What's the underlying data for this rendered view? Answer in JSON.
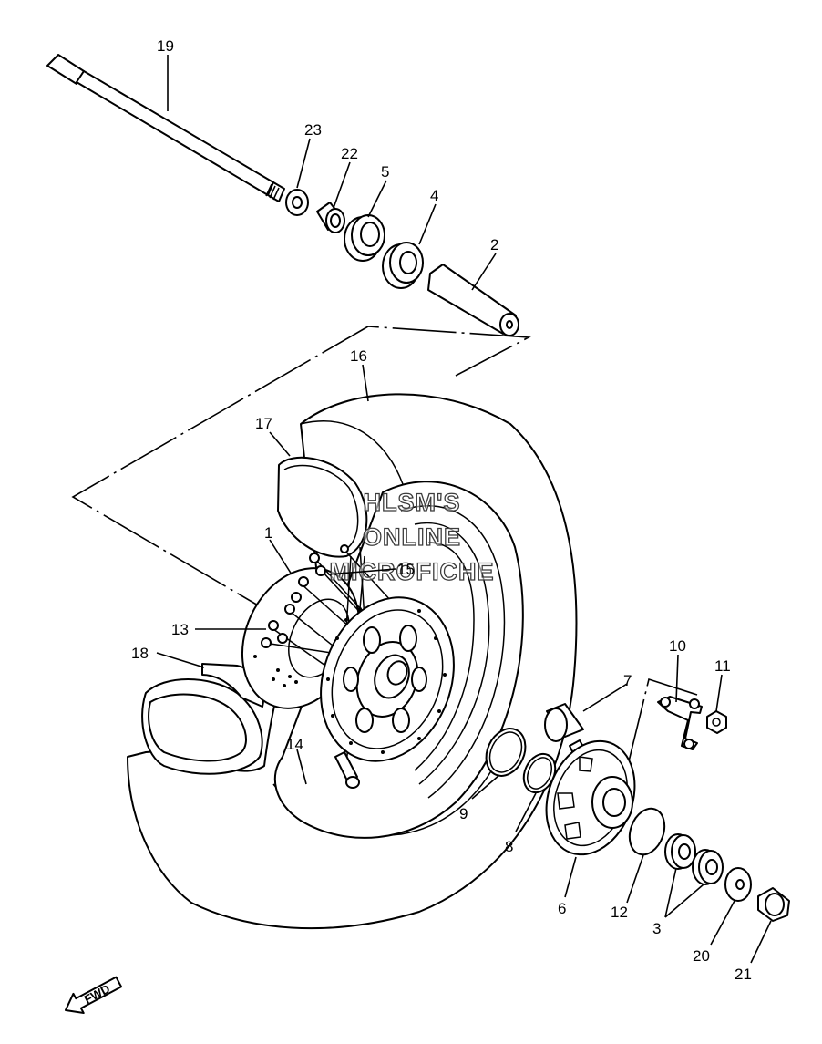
{
  "watermark": {
    "line1": "HLSM'S",
    "line2": "ONLINE",
    "line3": "MICROFICHE"
  },
  "fwd_label": "FWD",
  "callouts": [
    {
      "ref": "1"
    },
    {
      "ref": "2"
    },
    {
      "ref": "3"
    },
    {
      "ref": "4"
    },
    {
      "ref": "5"
    },
    {
      "ref": "6"
    },
    {
      "ref": "7"
    },
    {
      "ref": "8"
    },
    {
      "ref": "9"
    },
    {
      "ref": "10"
    },
    {
      "ref": "11"
    },
    {
      "ref": "12"
    },
    {
      "ref": "13"
    },
    {
      "ref": "14"
    },
    {
      "ref": "15"
    },
    {
      "ref": "16"
    },
    {
      "ref": "17"
    },
    {
      "ref": "18"
    },
    {
      "ref": "19"
    },
    {
      "ref": "20"
    },
    {
      "ref": "21"
    },
    {
      "ref": "22"
    },
    {
      "ref": "23"
    }
  ]
}
